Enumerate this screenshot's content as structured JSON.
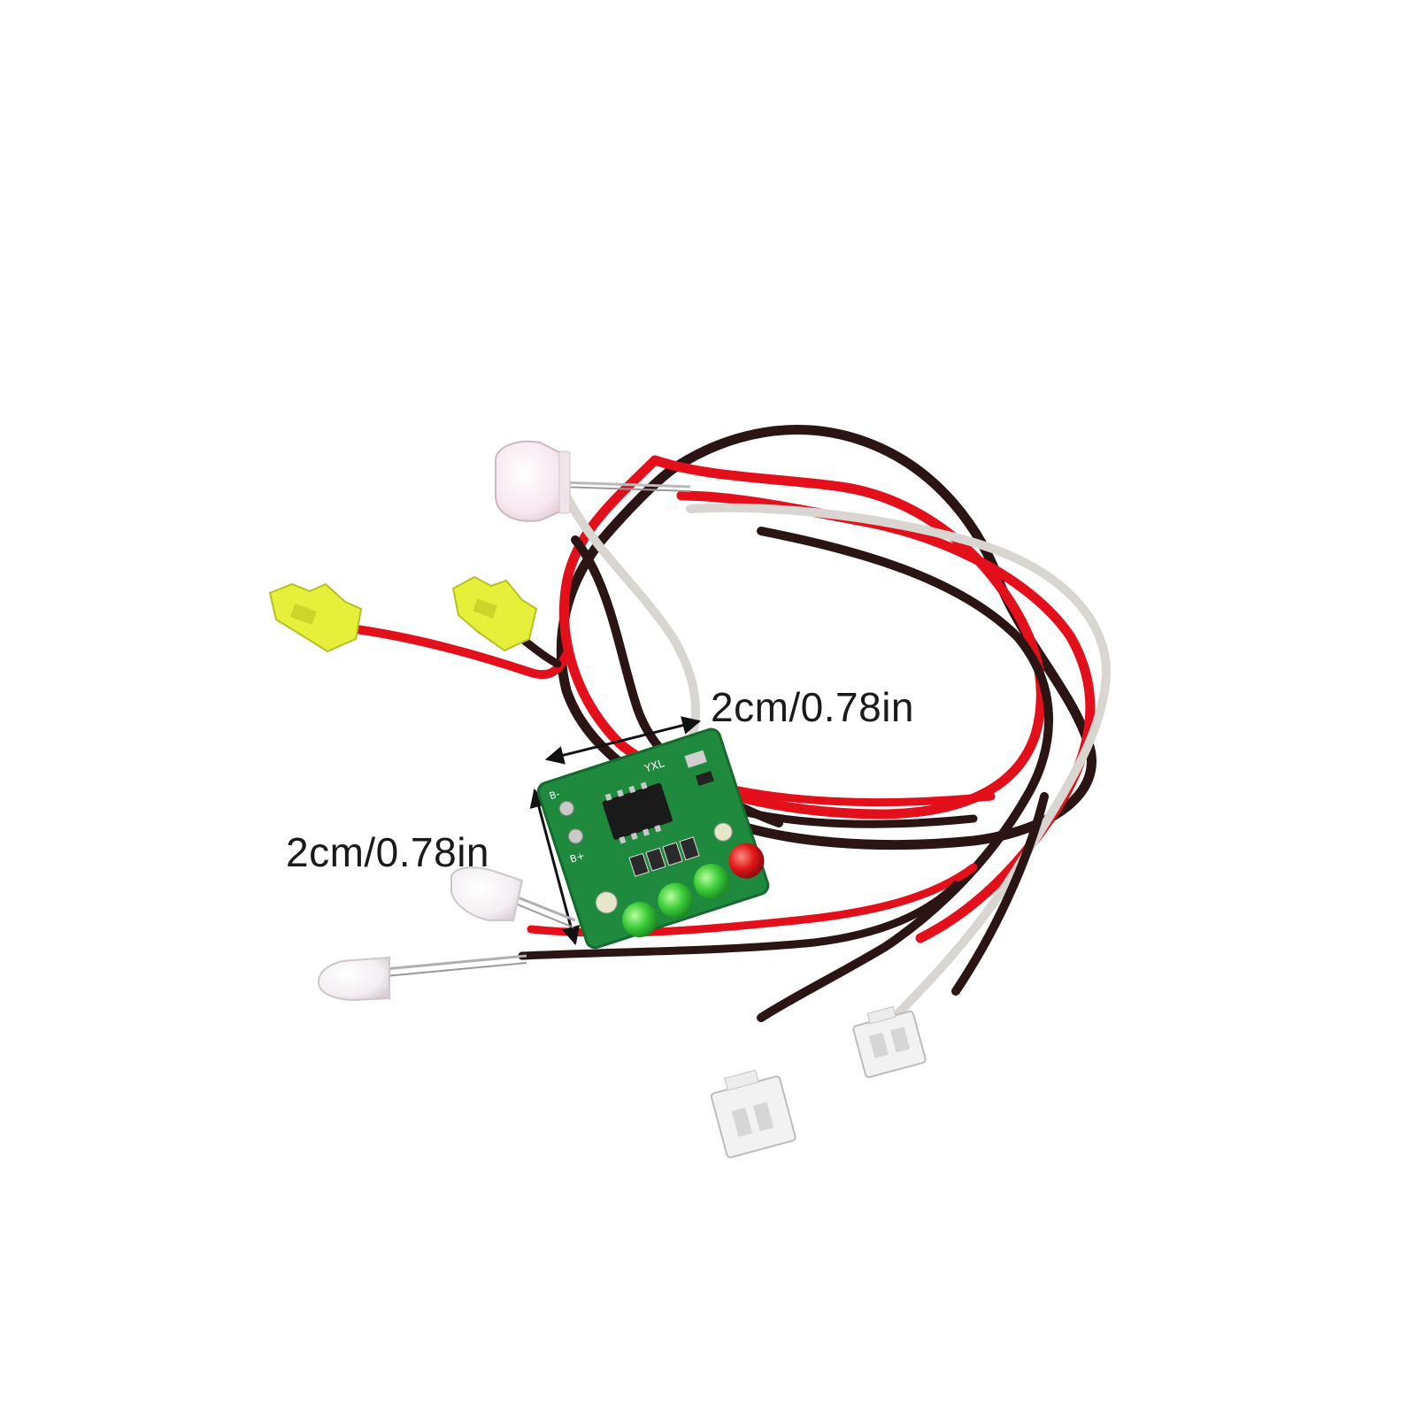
{
  "product": {
    "width_label": "2cm/0.78in",
    "height_label": "2cm/0.78in",
    "board_silkscreen": {
      "model": "YXL",
      "neg": "B-",
      "pos": "B+"
    }
  },
  "colors": {
    "background": "#ffffff",
    "wire_red": "#e3101b",
    "wire_black": "#2a1414",
    "wire_white": "#d9d6d2",
    "pcb_green": "#1f8a3e",
    "led_green": "#35c43a",
    "led_red": "#d8161a",
    "connector_yellow": "#e6ef3a",
    "connector_white": "#f2f2f2"
  }
}
